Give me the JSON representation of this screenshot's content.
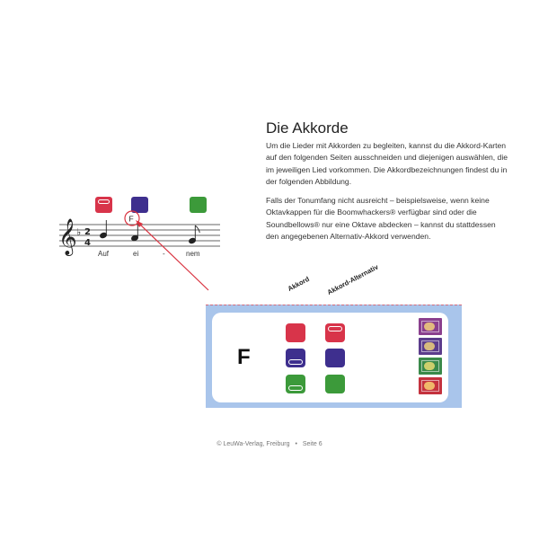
{
  "heading": "Die Akkorde",
  "paragraphs": [
    "Um die Lieder mit Akkorden zu begleiten, kannst du die Akkord-Karten auf den folgenden Seiten ausschneiden und diejenigen auswählen, die im jeweiligen Lied vorkommen. Die Akkordbezeichnungen findest du in der folgenden Abbildung.",
    "Falls der Tonumfang nicht ausreicht – beispielsweise, wenn keine Oktavkappen für die Boomwhackers® verfügbar sind oder die Soundbellows® nur eine Oktave abdecken – kannst du stattdessen den angegebenen Alternativ-Akkord verwenden."
  ],
  "score": {
    "time_signature": {
      "top": "2",
      "bottom": "4"
    },
    "key_signature": "♭",
    "chord_label": "F",
    "lyrics": [
      "Auf",
      "ei",
      "-",
      "nem"
    ],
    "tube_colors": [
      "#d8344a",
      "#3e2f8e",
      "#3c9a3a"
    ]
  },
  "columns": {
    "chord": "Akkord",
    "alternative": "Akkord-Alternativ"
  },
  "chord_card": {
    "letter": "F",
    "chord_tubes": [
      {
        "color": "#d8344a",
        "cap": "none"
      },
      {
        "color": "#3e2f8e",
        "cap": "bottom"
      },
      {
        "color": "#3c9a3a",
        "cap": "bottom"
      }
    ],
    "alternative_tubes": [
      {
        "color": "#d8344a",
        "cap": "top"
      },
      {
        "color": "#3e2f8e",
        "cap": "none"
      },
      {
        "color": "#3c9a3a",
        "cap": "none"
      }
    ],
    "thumbnail_colors": [
      "#8a3f8e",
      "#5b3c8c",
      "#3a8a4a",
      "#c4323e"
    ]
  },
  "colors": {
    "card_background": "#a9c5eb",
    "arrow": "#d9323f"
  },
  "footer": {
    "publisher": "© LeuWa-Verlag, Freiburg",
    "separator": "•",
    "page": "Seite 6"
  }
}
